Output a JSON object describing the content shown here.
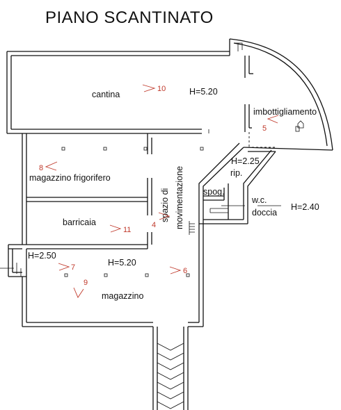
{
  "title": "PIANO SCANTINATO",
  "rooms": {
    "cantina": "cantina",
    "imbottigliamento": "imbottigliamento",
    "rip": "rip.",
    "spog": "spog.",
    "wc": "w.c.",
    "doccia": "doccia",
    "magazzino_frigorifero": "magazzino frigorifero",
    "spazio_1": "spazio di",
    "spazio_2": "movimentazione",
    "barricaia": "barricaia",
    "magazzino": "magazzino"
  },
  "heights": {
    "cantina": "H=5.20",
    "rip": "H=2.25",
    "wc": "H=2.40",
    "left": "H=2.50",
    "magazzino": "H=5.20"
  },
  "viewpoints": [
    {
      "id": "10",
      "label": "10",
      "direction": "right"
    },
    {
      "id": "5",
      "label": "5",
      "direction": "left"
    },
    {
      "id": "8",
      "label": "8",
      "direction": "left"
    },
    {
      "id": "4",
      "label": "4",
      "direction": "right"
    },
    {
      "id": "11",
      "label": "11",
      "direction": "right"
    },
    {
      "id": "7",
      "label": "7",
      "direction": "right"
    },
    {
      "id": "6",
      "label": "6",
      "direction": "right"
    },
    {
      "id": "9",
      "label": "9",
      "direction": "down-left"
    }
  ]
}
